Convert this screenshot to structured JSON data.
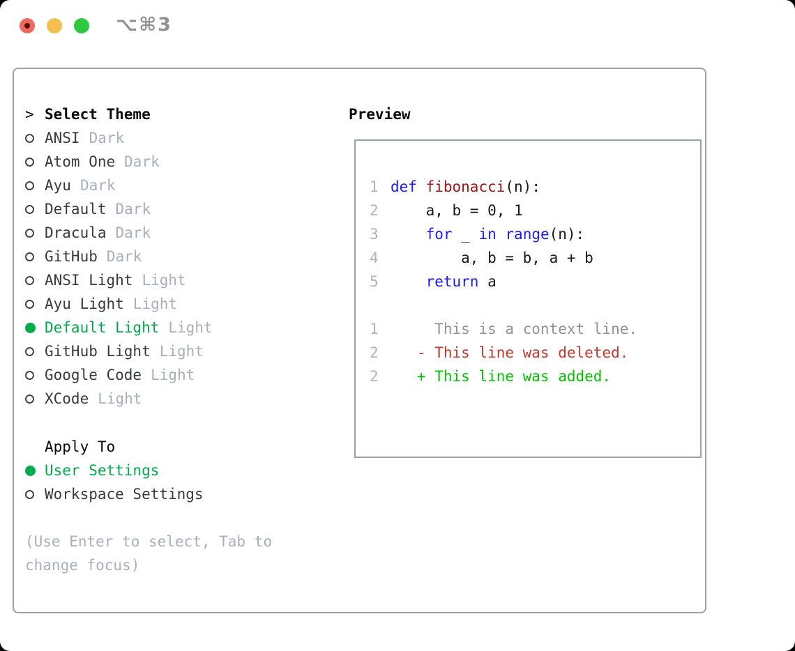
{
  "window": {
    "shortcut": "⌥⌘3",
    "traffic_lights": [
      "close",
      "minimize",
      "zoom"
    ]
  },
  "theme_selector": {
    "title": "Select Theme",
    "title_marker": ">",
    "items": [
      {
        "name": "ANSI",
        "tag": "Dark",
        "selected": false
      },
      {
        "name": "Atom One",
        "tag": "Dark",
        "selected": false
      },
      {
        "name": "Ayu",
        "tag": "Dark",
        "selected": false
      },
      {
        "name": "Default",
        "tag": "Dark",
        "selected": false
      },
      {
        "name": "Dracula",
        "tag": "Dark",
        "selected": false
      },
      {
        "name": "GitHub",
        "tag": "Dark",
        "selected": false
      },
      {
        "name": "ANSI Light",
        "tag": "Light",
        "selected": false
      },
      {
        "name": "Ayu Light",
        "tag": "Light",
        "selected": false
      },
      {
        "name": "Default Light",
        "tag": "Light",
        "selected": true
      },
      {
        "name": "GitHub Light",
        "tag": "Light",
        "selected": false
      },
      {
        "name": "Google Code",
        "tag": "Light",
        "selected": false
      },
      {
        "name": "XCode",
        "tag": "Light",
        "selected": false
      }
    ],
    "apply_to": {
      "title": "Apply To",
      "options": [
        {
          "label": "User Settings",
          "selected": true
        },
        {
          "label": "Workspace Settings",
          "selected": false
        }
      ]
    },
    "hint": "(Use Enter to select, Tab to change focus)"
  },
  "preview": {
    "title": "Preview",
    "lines": [
      {
        "num": "1",
        "segments": [
          {
            "text": "def",
            "color": "keyword"
          },
          {
            "text": " ",
            "color": "plain"
          },
          {
            "text": "fibonacci",
            "color": "function"
          },
          {
            "text": "(n):",
            "color": "plain"
          }
        ]
      },
      {
        "num": "2",
        "segments": [
          {
            "text": "    a, b = 0, 1",
            "color": "plain"
          }
        ]
      },
      {
        "num": "3",
        "segments": [
          {
            "text": "    ",
            "color": "plain"
          },
          {
            "text": "for",
            "color": "keyword"
          },
          {
            "text": " _ ",
            "color": "plain"
          },
          {
            "text": "in",
            "color": "keyword"
          },
          {
            "text": " ",
            "color": "plain"
          },
          {
            "text": "range",
            "color": "keyword"
          },
          {
            "text": "(n):",
            "color": "plain"
          }
        ]
      },
      {
        "num": "4",
        "segments": [
          {
            "text": "        a, b = b, a + b",
            "color": "plain"
          }
        ]
      },
      {
        "num": "5",
        "segments": [
          {
            "text": "    ",
            "color": "plain"
          },
          {
            "text": "return",
            "color": "keyword"
          },
          {
            "text": " a",
            "color": "plain"
          }
        ]
      },
      {
        "num": "",
        "segments": []
      },
      {
        "num": "1",
        "segments": [
          {
            "text": "     This is a context line.",
            "color": "context"
          }
        ]
      },
      {
        "num": "2",
        "segments": [
          {
            "text": "   - This line was deleted.",
            "color": "deleted"
          }
        ]
      },
      {
        "num": "2",
        "segments": [
          {
            "text": "   + This line was added.",
            "color": "added"
          }
        ]
      }
    ]
  },
  "colors": {
    "keyword": "#1a1aff",
    "function": "#a31515",
    "plain": "#17181a",
    "context": "#8b949c",
    "deleted": "#c5372c",
    "added": "#00c300",
    "accent_green": "#00ab4a",
    "muted": "#a6b0bd",
    "line_number": "#a9b6c2",
    "border": "#98a2ac",
    "text": "#343a40",
    "heading": "#0b0b0d",
    "hint": "#a6b0bd",
    "traffic_red": "#ee6a5f",
    "traffic_yellow": "#f5bf4f",
    "traffic_green": "#2dc93f",
    "shortcut": "#919195"
  }
}
